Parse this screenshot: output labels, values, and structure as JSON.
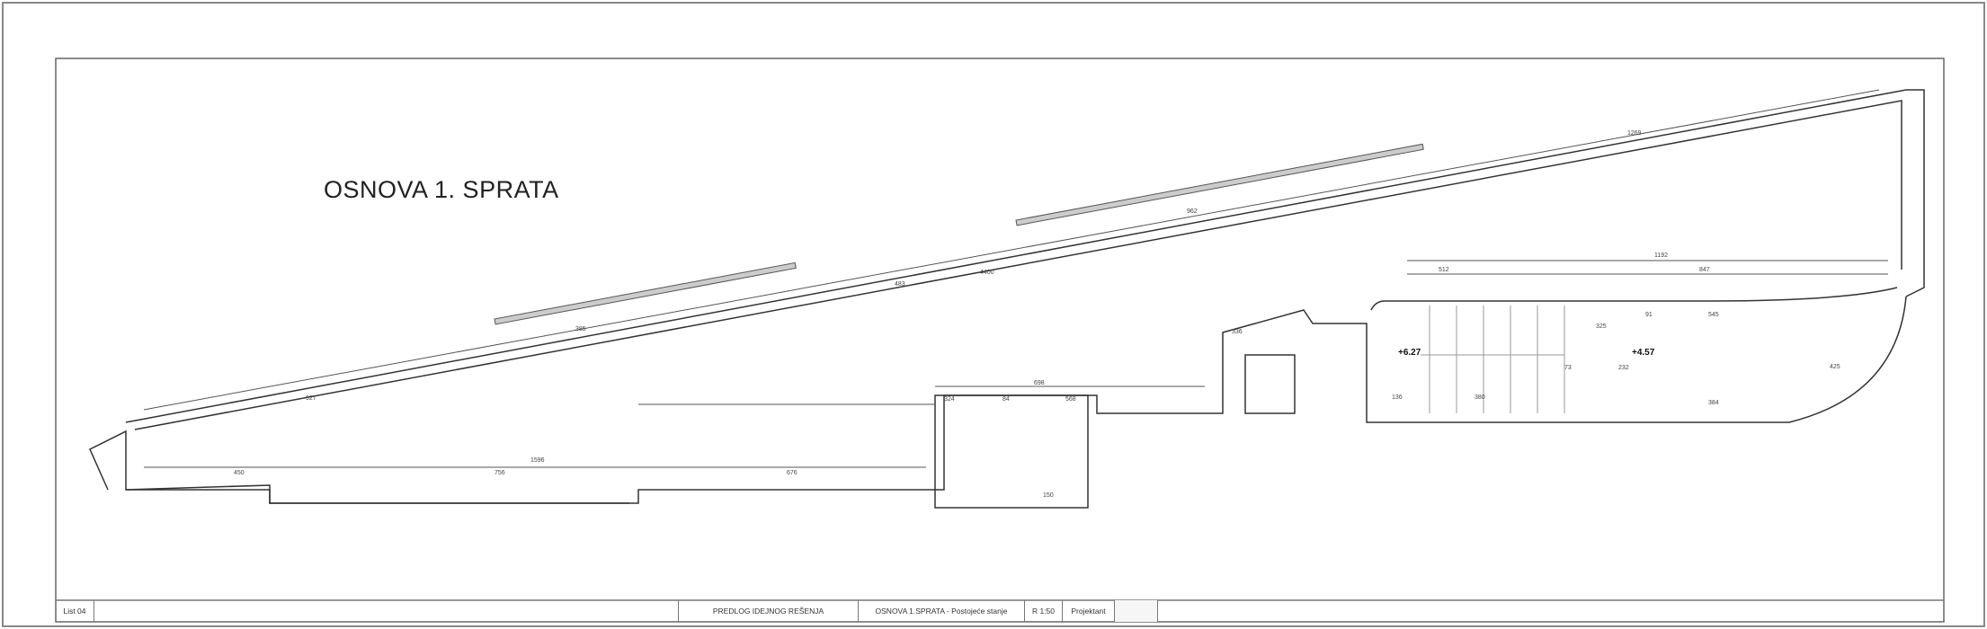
{
  "drawing": {
    "title": "OSNOVA 1. SPRATA",
    "levels": [
      "+6.27",
      "+4.57"
    ],
    "dimensions": [
      "1269",
      "962",
      "4400",
      "483",
      "385",
      "927",
      "1596",
      "450",
      "756",
      "676",
      "698",
      "324",
      "84",
      "568",
      "336",
      "512",
      "1192",
      "847",
      "545",
      "384",
      "425",
      "325",
      "91",
      "73",
      "232",
      "136",
      "380",
      "150"
    ]
  },
  "title_block": {
    "sheet": "List 04",
    "phase": "PREDLOG IDEJNOG REŠENJA",
    "content": "OSNOVA 1.SPRATA - Postojeće stanje",
    "scale": "R 1:50",
    "designer": "Projektant"
  }
}
